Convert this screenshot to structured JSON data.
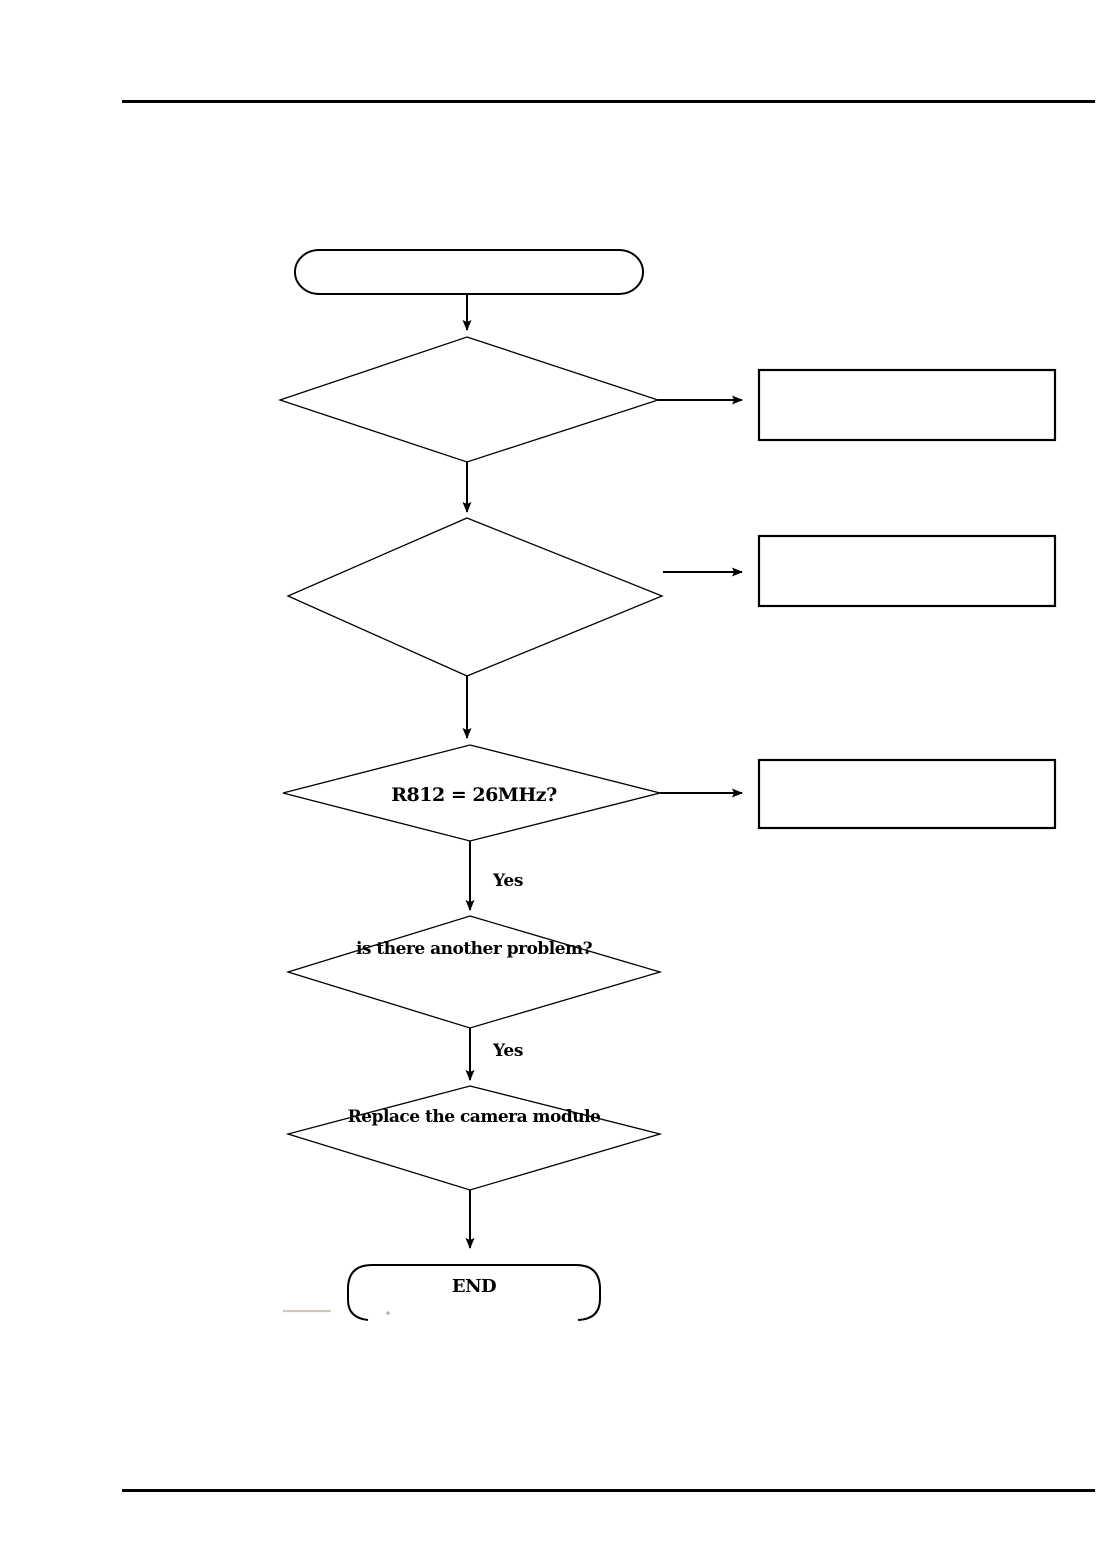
{
  "page": {
    "background_color": "#ffffff",
    "rule_color": "#000000",
    "has_header_rule": true,
    "has_footer_rule": true
  },
  "flowchart": {
    "title": "",
    "type": "troubleshooting-flowchart",
    "nodes": [
      {
        "id": "start",
        "shape": "terminator",
        "label": ""
      },
      {
        "id": "check-1",
        "shape": "decision",
        "label": ""
      },
      {
        "id": "check-2",
        "shape": "decision",
        "label": ""
      },
      {
        "id": "check-3",
        "shape": "decision",
        "label": "R812 = 26MHz?"
      },
      {
        "id": "check-4",
        "shape": "decision",
        "label": "is there another problem?"
      },
      {
        "id": "action-1",
        "shape": "decision",
        "label": "Replace the camera module"
      },
      {
        "id": "end",
        "shape": "terminator",
        "label": "END"
      }
    ],
    "side_boxes": [
      {
        "id": "side-box-1",
        "shape": "process",
        "label": ""
      },
      {
        "id": "side-box-2",
        "shape": "process",
        "label": ""
      },
      {
        "id": "side-box-3",
        "shape": "process",
        "label": ""
      }
    ],
    "edge_labels": {
      "yes_1": "Yes",
      "yes_2": "Yes"
    }
  }
}
